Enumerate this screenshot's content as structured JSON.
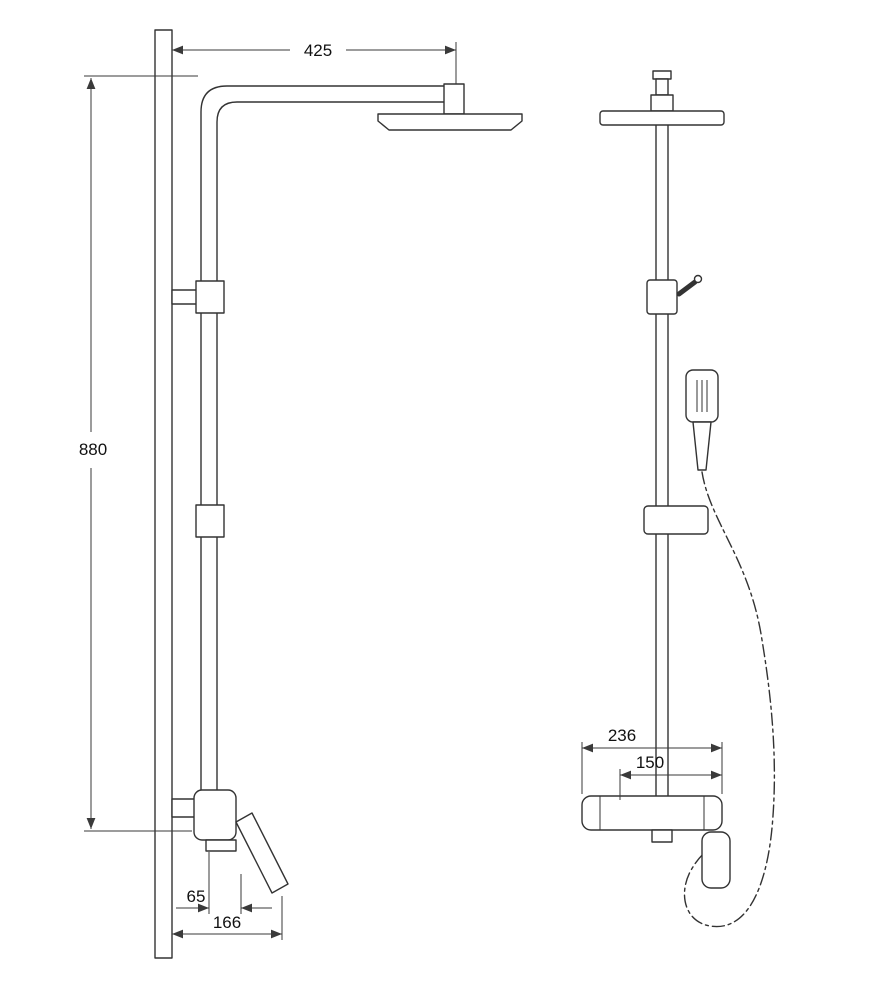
{
  "drawing": {
    "kind": "technical-line-drawing",
    "subject": "shower-column-set-side-and-front-views",
    "background_color": "#ffffff",
    "line_color": "#333333"
  },
  "side_view": {
    "dim_top_arm_reach": "425",
    "dim_column_height": "880",
    "dim_lever_offset": "65",
    "dim_base_depth": "166"
  },
  "front_view": {
    "dim_body_width": "236",
    "dim_connection_spacing": "150"
  }
}
